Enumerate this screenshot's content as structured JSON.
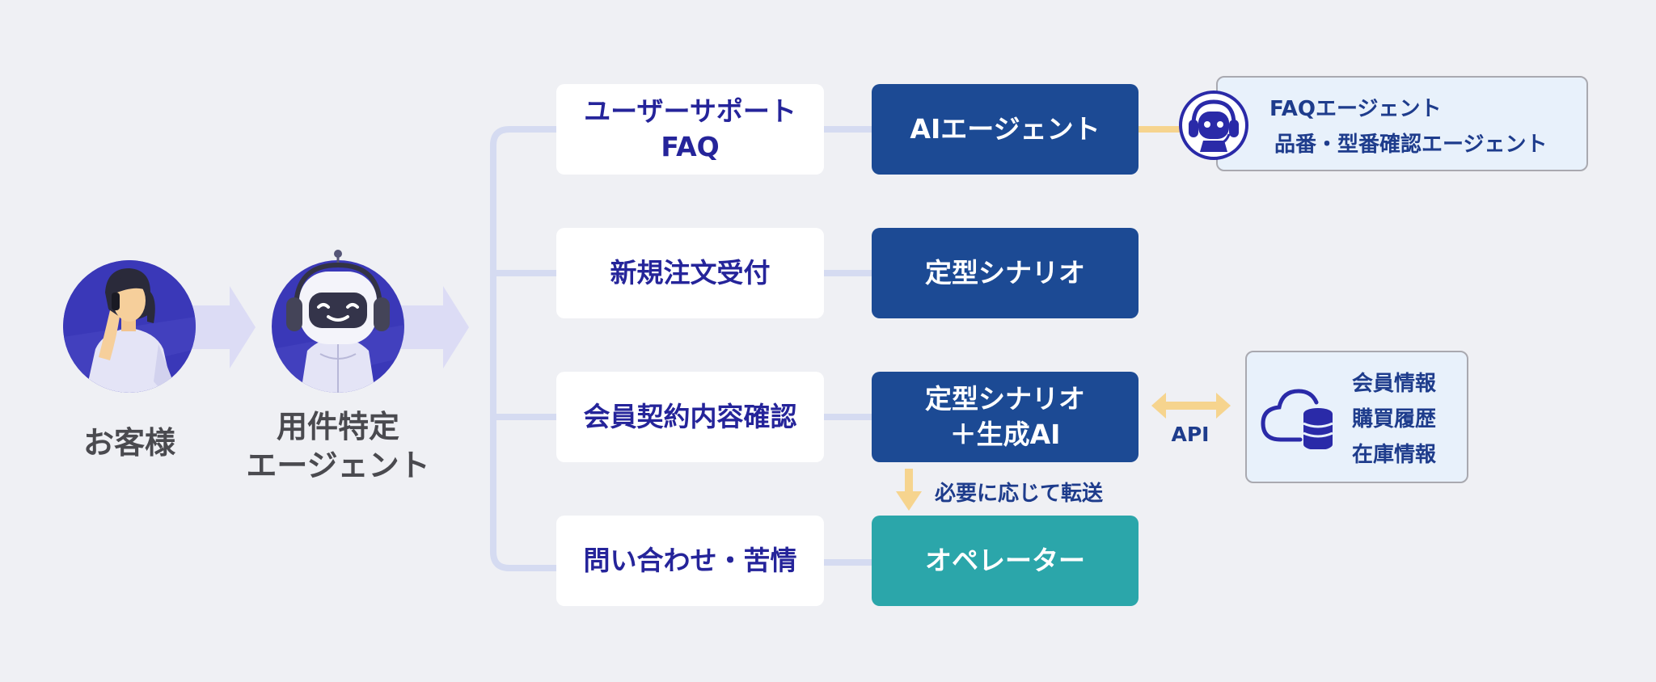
{
  "colors": {
    "background": "#eff0f4",
    "category_text": "#25249a",
    "solution_navy": "#1c4a94",
    "solution_teal": "#2ba6aa",
    "connector": "#d5dbf1",
    "accent_orange": "#f6d48e",
    "flow_arrow": "#dcdcf5"
  },
  "customer": {
    "label": "お客様",
    "icon": "person-phone-icon"
  },
  "agent": {
    "label_line1": "用件特定",
    "label_line2": "エージェント",
    "icon": "robot-headset-icon"
  },
  "rows": [
    {
      "category_line1": "ユーザーサポート",
      "category_line2": "FAQ",
      "solution_line1": "AIエージェント",
      "solution_line2": "",
      "solution_color": "#1c4a94"
    },
    {
      "category_line1": "新規注文受付",
      "category_line2": "",
      "solution_line1": "定型シナリオ",
      "solution_line2": "",
      "solution_color": "#1c4a94"
    },
    {
      "category_line1": "会員契約内容確認",
      "category_line2": "",
      "solution_line1": "定型シナリオ",
      "solution_line2": "＋生成AI",
      "solution_color": "#1c4a94"
    },
    {
      "category_line1": "問い合わせ・苦情",
      "category_line2": "",
      "solution_line1": "オペレーター",
      "solution_line2": "",
      "solution_color": "#2ba6aa"
    }
  ],
  "ai_agents": {
    "items": [
      "FAQエージェント",
      "品番・型番確認エージェント"
    ],
    "icon": "robot-headset-icon"
  },
  "api": {
    "label": "API",
    "icon": "cloud-database-icon",
    "items": [
      "会員情報",
      "購買履歴",
      "在庫情報"
    ]
  },
  "transfer": {
    "label": "必要に応じて転送"
  }
}
